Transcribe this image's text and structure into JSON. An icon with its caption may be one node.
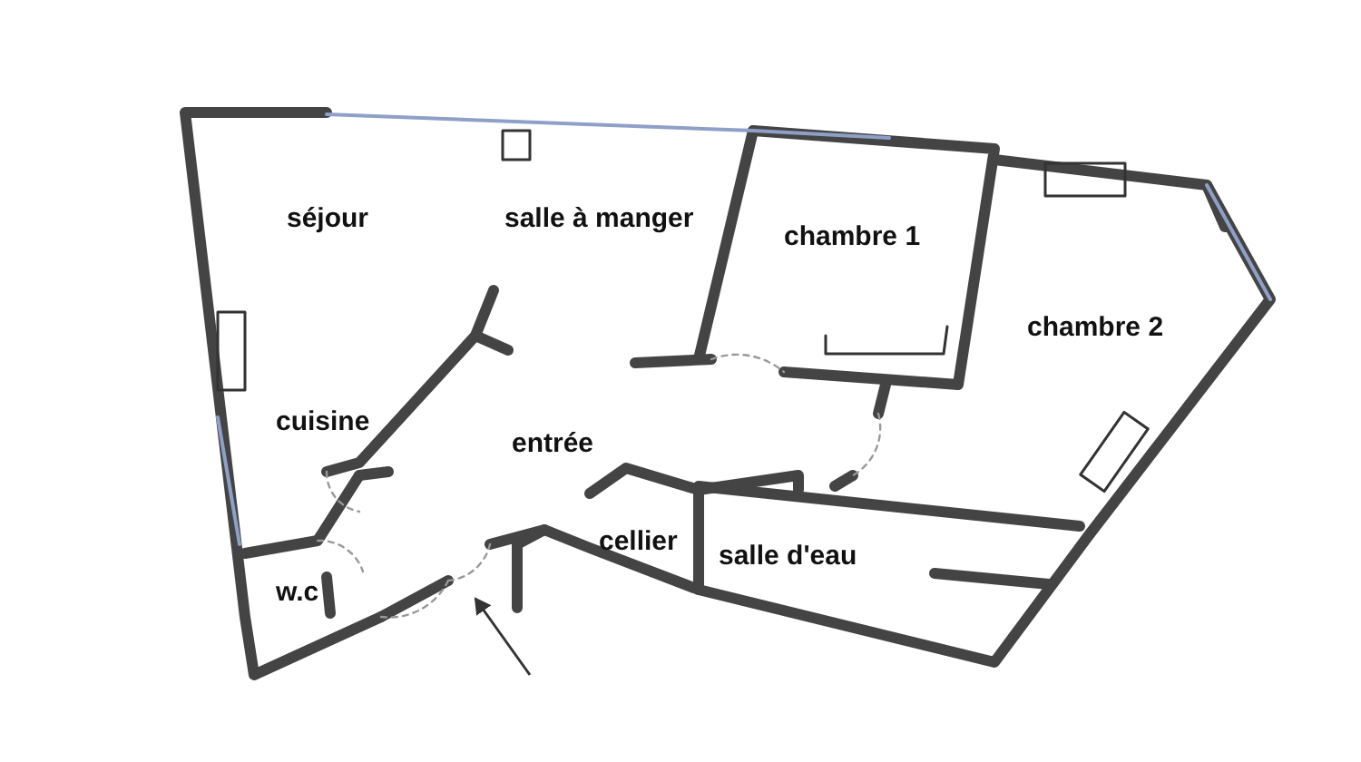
{
  "diagram": {
    "labels": [
      "séjour",
      "salle à manger",
      "chambre 1",
      "chambre 2",
      "cuisine",
      "entrée",
      "cellier",
      "salle d'eau",
      "w.c"
    ]
  }
}
